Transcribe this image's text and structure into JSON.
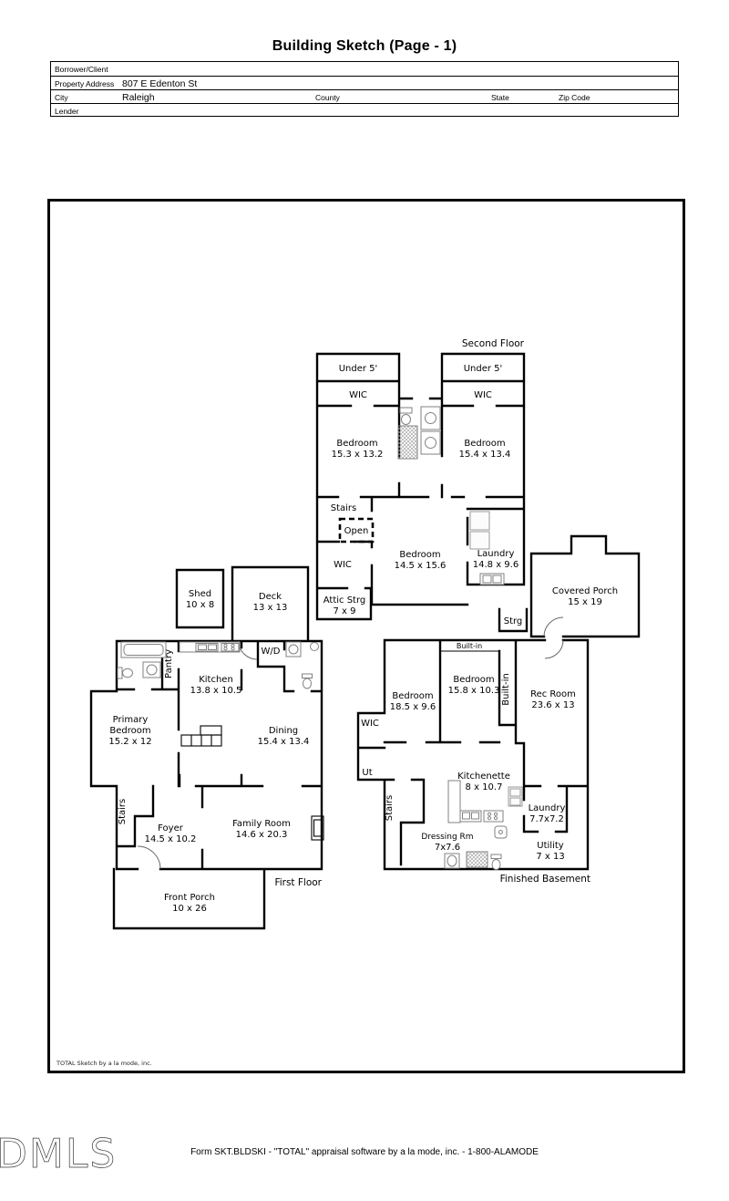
{
  "title": "Building Sketch (Page - 1)",
  "form": {
    "borrower_label": "Borrower/Client",
    "property_label": "Property Address",
    "property_value": "807 E Edenton St",
    "city_label": "City",
    "city_value": "Raleigh",
    "county_label": "County",
    "state_label": "State",
    "zip_label": "Zip Code",
    "lender_label": "Lender"
  },
  "sketch": {
    "credit": "TOTAL Sketch by a la mode, inc.",
    "second_floor": {
      "label": "Second Floor",
      "under5_left": "Under 5'",
      "under5_right": "Under 5'",
      "wic_left": "WIC",
      "wic_right": "WIC",
      "bedroom_left": {
        "name": "Bedroom",
        "dims": "15.3 x 13.2"
      },
      "bedroom_right": {
        "name": "Bedroom",
        "dims": "15.4 x 13.4"
      },
      "stairs": "Stairs",
      "open": "Open",
      "wic_hall": "WIC",
      "bedroom_mid": {
        "name": "Bedroom",
        "dims": "14.5 x 15.6"
      },
      "laundry": {
        "name": "Laundry",
        "dims": "14.8 x 9.6"
      },
      "attic": {
        "name": "Attic Strg",
        "dims": "7 x 9"
      },
      "strg": "Strg",
      "covered_porch": {
        "name": "Covered Porch",
        "dims": "15 x 19"
      }
    },
    "first_floor": {
      "label": "First Floor",
      "shed": {
        "name": "Shed",
        "dims": "10 x 8"
      },
      "deck": {
        "name": "Deck",
        "dims": "13 x 13"
      },
      "pantry": "Pantry",
      "wd": "W/D",
      "kitchen": {
        "name": "Kitchen",
        "dims": "13.8 x 10.5"
      },
      "primary_bedroom": {
        "name1": "Primary",
        "name2": "Bedroom",
        "dims": "15.2 x 12"
      },
      "dining": {
        "name": "Dining",
        "dims": "15.4 x 13.4"
      },
      "stairs": "Stairs",
      "foyer": {
        "name": "Foyer",
        "dims": "14.5 x 10.2"
      },
      "family_room": {
        "name": "Family Room",
        "dims": "14.6 x 20.3"
      },
      "front_porch": {
        "name": "Front Porch",
        "dims": "10 x 26"
      }
    },
    "basement": {
      "label": "Finished Basement",
      "builtin_top": "Built-in",
      "builtin_side": "Built-in",
      "bedroom_upper": {
        "name": "Bedroom",
        "dims": "15.8 x 10.3"
      },
      "bedroom_lower": {
        "name": "Bedroom",
        "dims": "18.5 x 9.6"
      },
      "rec_room": {
        "name": "Rec Room",
        "dims": "23.6 x 13"
      },
      "wic": "WIC",
      "ut": "Ut",
      "stairs": "Stairs",
      "kitchenette": {
        "name": "Kitchenette",
        "dims": "8 x 10.7"
      },
      "laundry": {
        "name": "Laundry",
        "dims": "7.7x7.2"
      },
      "dressing": {
        "name": "Dressing Rm",
        "dims": "7x7.6"
      },
      "utility": {
        "name": "Utility",
        "dims": "7 x 13"
      }
    }
  },
  "footer": {
    "logo": "DMLS",
    "form_line": "Form SKT.BLDSKI - \"TOTAL\" appraisal software by a la mode, inc. - 1-800-ALAMODE"
  }
}
